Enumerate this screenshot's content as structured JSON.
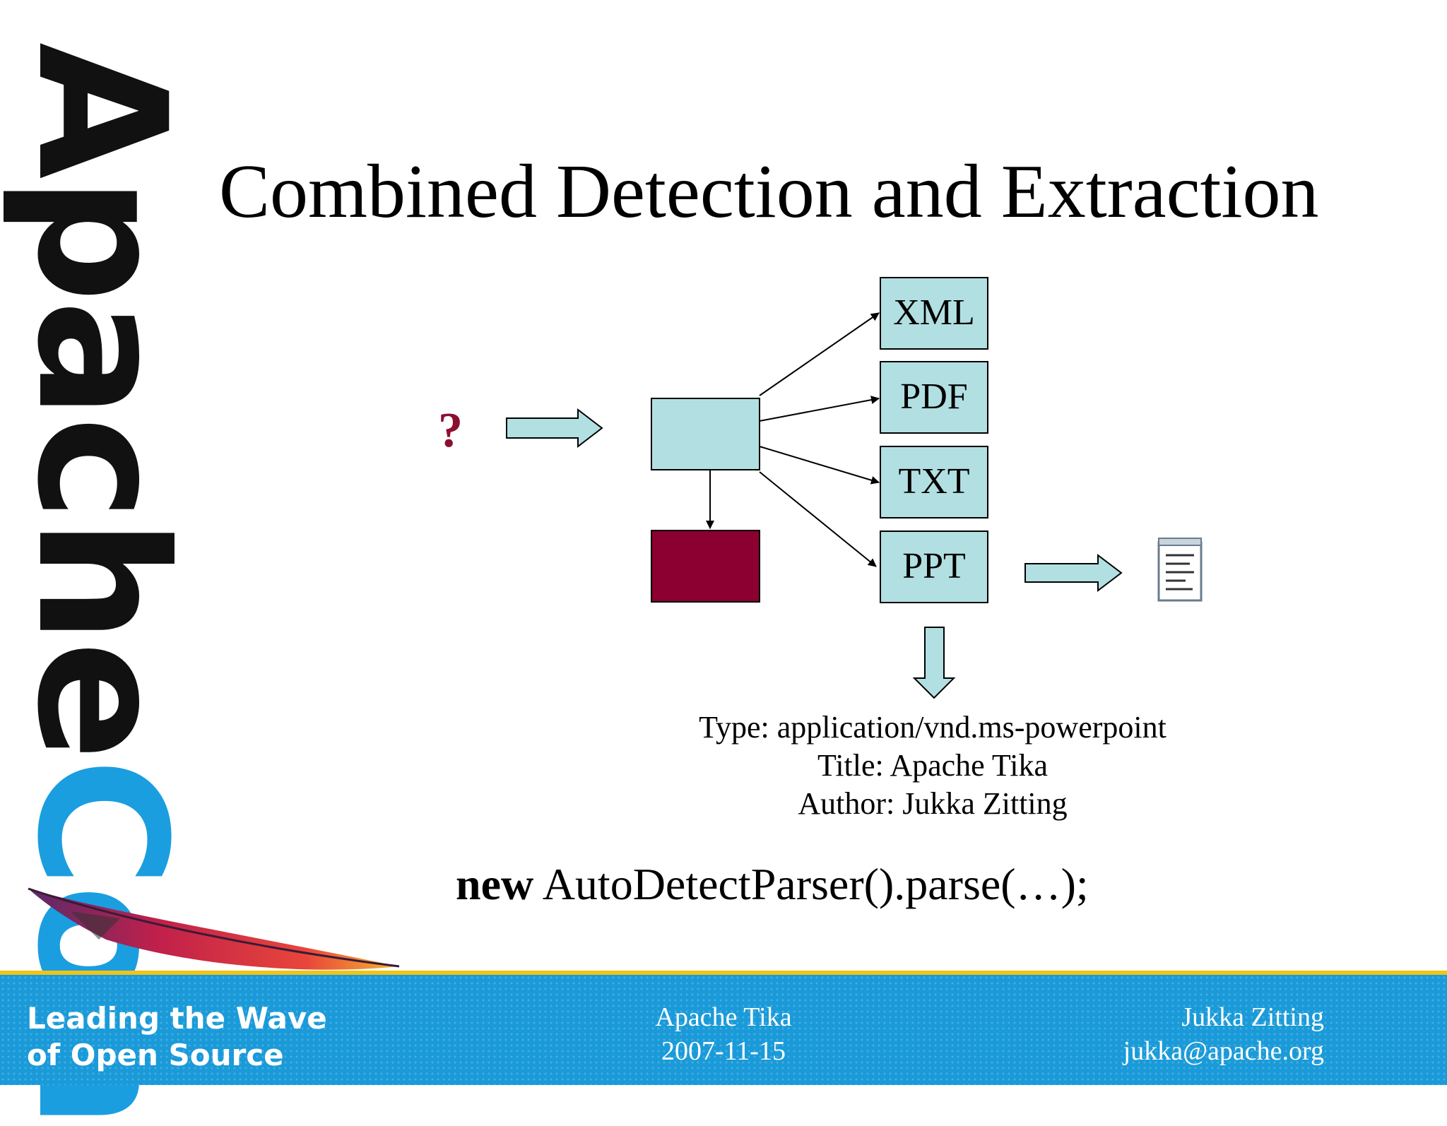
{
  "logo": {
    "apache": "Apache",
    "con": "Con",
    "apache_color": "#111111",
    "con_color": "#1a9ee0"
  },
  "slide": {
    "title": "Combined Detection and Extraction"
  },
  "diagram": {
    "input_symbol": "?",
    "formats": [
      "XML",
      "PDF",
      "TXT",
      "PPT"
    ],
    "box_fill": "#b2dfe2",
    "detected_block_fill": "#8b0030",
    "input_symbol_color": "#8b1030",
    "output_icon": "document-icon"
  },
  "metadata": {
    "type_line": "Type: application/vnd.ms-powerpoint",
    "title_line": "Title: Apache Tika",
    "author_line": "Author: Jukka Zitting"
  },
  "code": {
    "keyword": "new",
    "rest": " AutoDetectParser().parse(…);"
  },
  "footer": {
    "tagline_line1": "Leading the Wave",
    "tagline_line2": "of Open Source",
    "project": "Apache Tika",
    "date": "2007-11-15",
    "author": "Jukka Zitting",
    "email": "jukka@apache.org",
    "bar_color": "#1a9ad8",
    "stripe_color": "#f0c419"
  }
}
